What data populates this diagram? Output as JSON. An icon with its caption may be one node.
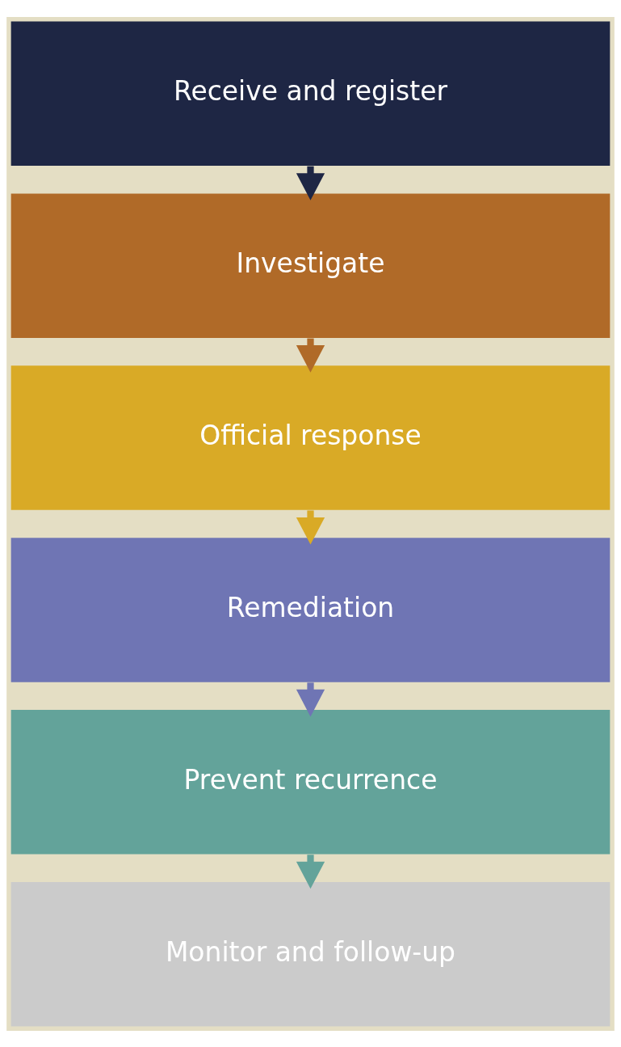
{
  "diagram": {
    "nodes": [
      {
        "text": [
          "Receive and register"
        ]
      },
      {
        "text": [
          "Investigate"
        ]
      },
      {
        "text": [
          "Official response"
        ]
      },
      {
        "text": [
          "Remediation"
        ]
      },
      {
        "text": [
          "Prevent recurrence"
        ]
      },
      {
        "text": [
          "Monitor and follow-up"
        ]
      }
    ],
    "edges": [
      {
        "from": 0,
        "to": 1,
        "arrow": "to",
        "color": "#1e2644"
      },
      {
        "from": 1,
        "to": 2,
        "arrow": "to",
        "color": "#b06a28"
      },
      {
        "from": 2,
        "to": 3,
        "arrow": "to",
        "color": "#d9aa26"
      },
      {
        "from": 3,
        "to": 4,
        "arrow": "to",
        "color": "#6f75b4"
      },
      {
        "from": 4,
        "to": 5,
        "arrow": "to",
        "color": "#63a39a"
      }
    ]
  }
}
